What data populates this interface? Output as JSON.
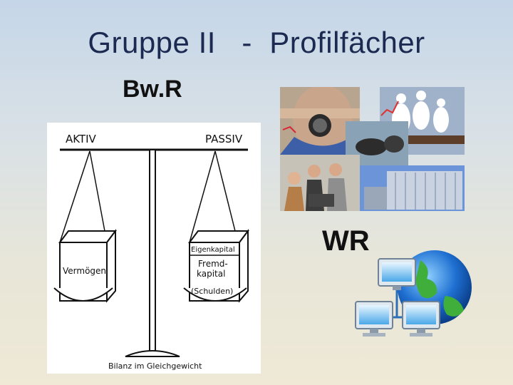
{
  "slide": {
    "title": "Gruppe II   -  Profilfächer",
    "bwr_label": "Bw.R",
    "wr_label": "WR"
  },
  "balance_sheet": {
    "aktiv": "AKTIV",
    "passiv": "PASSIV",
    "left_box": "Vermögen",
    "right_top": "Eigenkapital",
    "right_mid1": "Fremd-",
    "right_mid2": "kapital",
    "right_bottom": "(Schulden)",
    "caption": "Bilanz im Gleichgewicht"
  }
}
